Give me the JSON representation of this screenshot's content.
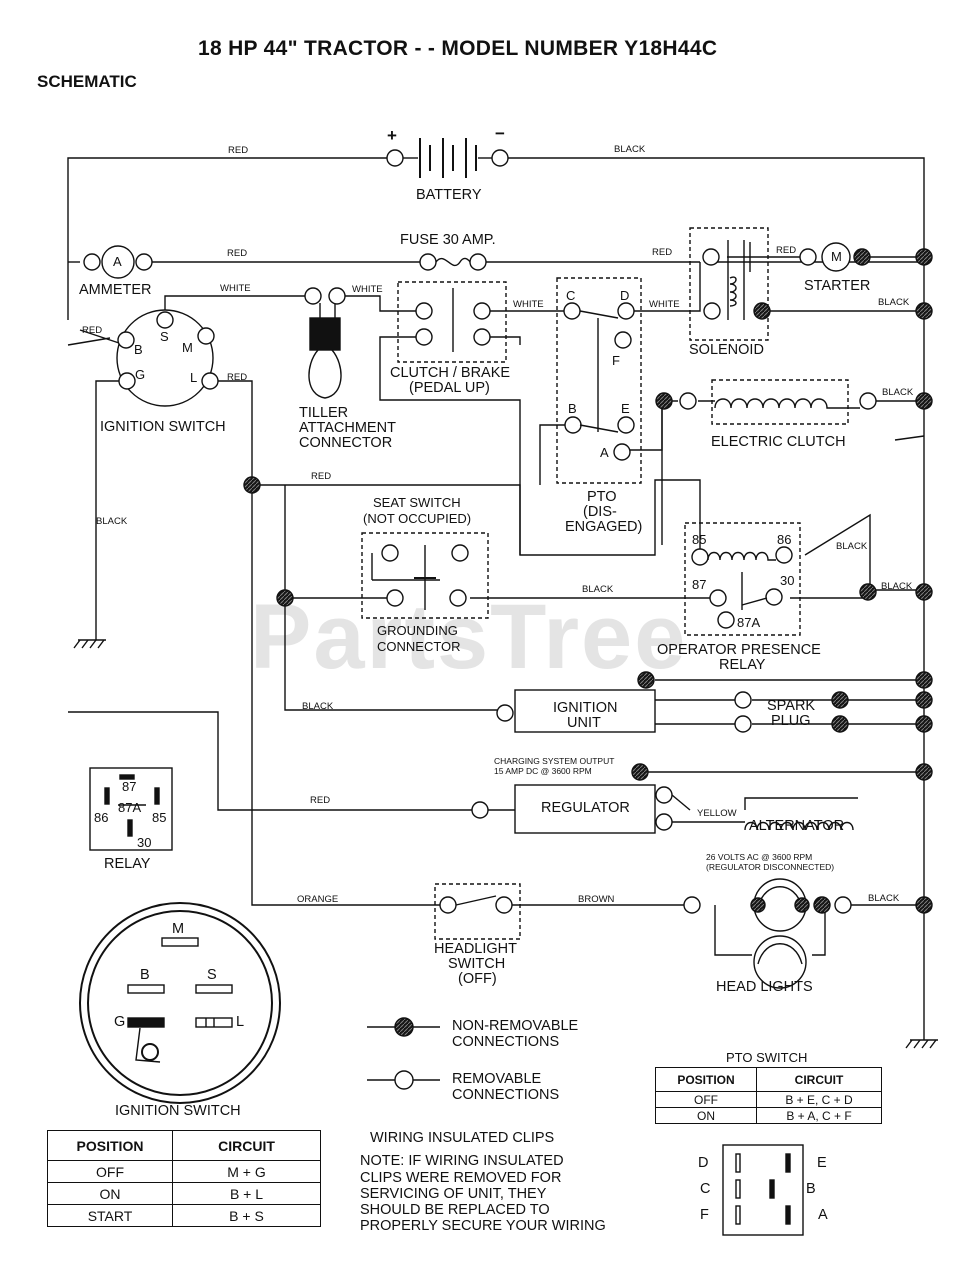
{
  "header": {
    "title": "18 HP 44\" TRACTOR - - MODEL NUMBER Y18H44C",
    "subtitle": "SCHEMATIC"
  },
  "watermark": "PartsTree",
  "components": {
    "battery": "BATTERY",
    "battery_pos": "+",
    "battery_neg": "−",
    "fuse": "FUSE 30 AMP.",
    "ammeter": "AMMETER",
    "ammeter_symbol": "A",
    "starter": "STARTER",
    "starter_symbol": "M",
    "solenoid": "SOLENOID",
    "ignition_switch": "IGNITION SWITCH",
    "tiller_1": "TILLER",
    "tiller_2": "ATTACHMENT",
    "tiller_3": "CONNECTOR",
    "clutch_1": "CLUTCH / BRAKE",
    "clutch_2": "(PEDAL UP)",
    "pto_1": "PTO",
    "pto_2": "(DIS-",
    "pto_3": "ENGAGED)",
    "electric_clutch": "ELECTRIC CLUTCH",
    "seat_1": "SEAT SWITCH",
    "seat_2": "(NOT OCCUPIED)",
    "grounding_1": "GROUNDING",
    "grounding_2": "CONNECTOR",
    "opr_1": "OPERATOR PRESENCE",
    "opr_2": "RELAY",
    "ignition_unit_1": "IGNITION",
    "ignition_unit_2": "UNIT",
    "spark_1": "SPARK",
    "spark_2": "PLUG",
    "charging_1": "CHARGING SYSTEM OUTPUT",
    "charging_2": "15 AMP DC @ 3600 RPM",
    "regulator": "REGULATOR",
    "alternator": "ALTERNATOR",
    "alt_note_1": "26 VOLTS AC @ 3600 RPM",
    "alt_note_2": "(REGULATOR DISCONNECTED)",
    "relay": "RELAY",
    "headlight_1": "HEADLIGHT",
    "headlight_2": "SWITCH",
    "headlight_3": "(OFF)",
    "head_lights": "HEAD LIGHTS"
  },
  "terminals": {
    "S": "S",
    "B": "B",
    "M": "M",
    "G": "G",
    "L": "L",
    "C": "C",
    "D": "D",
    "E": "E",
    "F": "F",
    "A": "A",
    "r85": "85",
    "r86": "86",
    "r87": "87",
    "r30": "30",
    "r87A": "87A"
  },
  "wires": {
    "red": "RED",
    "black": "BLACK",
    "white": "WHITE",
    "yellow": "YELLOW",
    "orange": "ORANGE",
    "brown": "BROWN"
  },
  "legend": {
    "nonremovable_1": "NON-REMOVABLE",
    "nonremovable_2": "CONNECTIONS",
    "removable_1": "REMOVABLE",
    "removable_2": "CONNECTIONS"
  },
  "ignition_detail": {
    "label": "IGNITION SWITCH",
    "M": "M",
    "B": "B",
    "S": "S",
    "G": "G",
    "L": "L"
  },
  "relay_detail": {
    "t87": "87",
    "t87A": "87A",
    "t86": "86",
    "t85": "85",
    "t30": "30"
  },
  "ignition_table": {
    "headers": [
      "POSITION",
      "CIRCUIT"
    ],
    "rows": [
      [
        "OFF",
        "M + G"
      ],
      [
        "ON",
        "B + L"
      ],
      [
        "START",
        "B + S"
      ]
    ]
  },
  "pto_table": {
    "caption": "PTO SWITCH",
    "headers": [
      "POSITION",
      "CIRCUIT"
    ],
    "rows": [
      [
        "OFF",
        "B + E, C + D"
      ],
      [
        "ON",
        "B + A, C + F"
      ]
    ]
  },
  "pto_detail": {
    "D": "D",
    "E": "E",
    "C": "C",
    "B": "B",
    "F": "F",
    "A": "A"
  },
  "note": {
    "heading": "WIRING INSULATED CLIPS",
    "line1": "NOTE: IF WIRING INSULATED",
    "line2": "CLIPS WERE REMOVED FOR",
    "line3": "SERVICING OF UNIT, THEY",
    "line4": "SHOULD BE REPLACED TO",
    "line5": "PROPERLY SECURE YOUR WIRING"
  }
}
